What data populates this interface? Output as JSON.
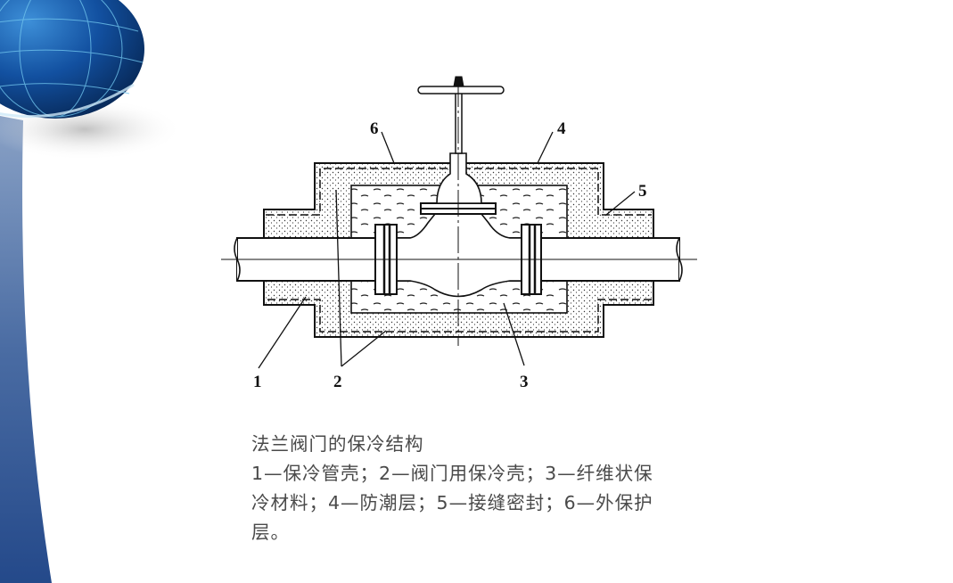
{
  "figure": {
    "callouts": [
      "1",
      "2",
      "3",
      "4",
      "5",
      "6"
    ]
  },
  "caption": {
    "title": "法兰阀门的保冷结构",
    "lines": [
      "1—保冷管壳；2—阀门用保冷壳；3—纤维状保",
      "冷材料；4—防潮层；5—接缝密封；6—外保护",
      "层。"
    ]
  },
  "colors": {
    "band": "#2f5597",
    "globe": "#0d3f7a",
    "ink": "#111111",
    "text": "#4a4a4a"
  }
}
